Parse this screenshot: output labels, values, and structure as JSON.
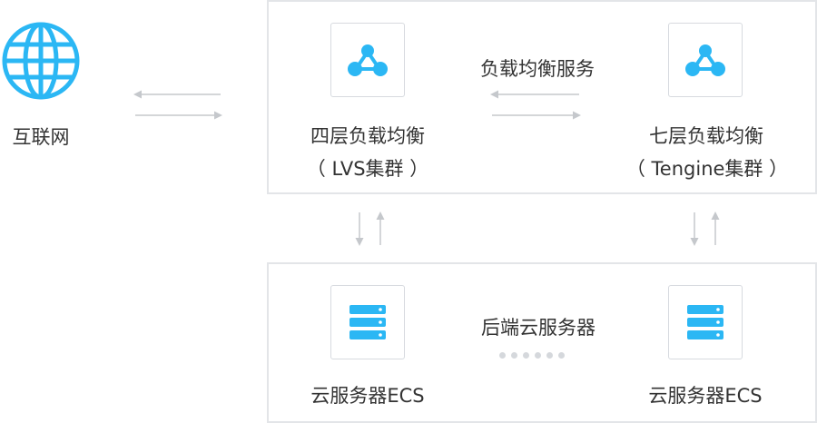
{
  "internet": {
    "label": "互联网",
    "icon": "globe-icon"
  },
  "load_balancer": {
    "service_label": "负载均衡服务",
    "l4": {
      "title": "四层负载均衡",
      "subtitle": "（ LVS集群 ）",
      "icon": "load-balancer-icon"
    },
    "l7": {
      "title": "七层负载均衡",
      "subtitle": "（ Tengine集群 ）",
      "icon": "load-balancer-icon"
    }
  },
  "backend": {
    "label": "后端云服务器",
    "left_server": {
      "label": "云服务器ECS",
      "icon": "server-icon"
    },
    "right_server": {
      "label": "云服务器ECS",
      "icon": "server-icon"
    }
  },
  "colors": {
    "accent": "#2bb7f4",
    "panel_border": "#e3e5e8",
    "arrow": "#bfc3c8",
    "text": "#333333"
  }
}
